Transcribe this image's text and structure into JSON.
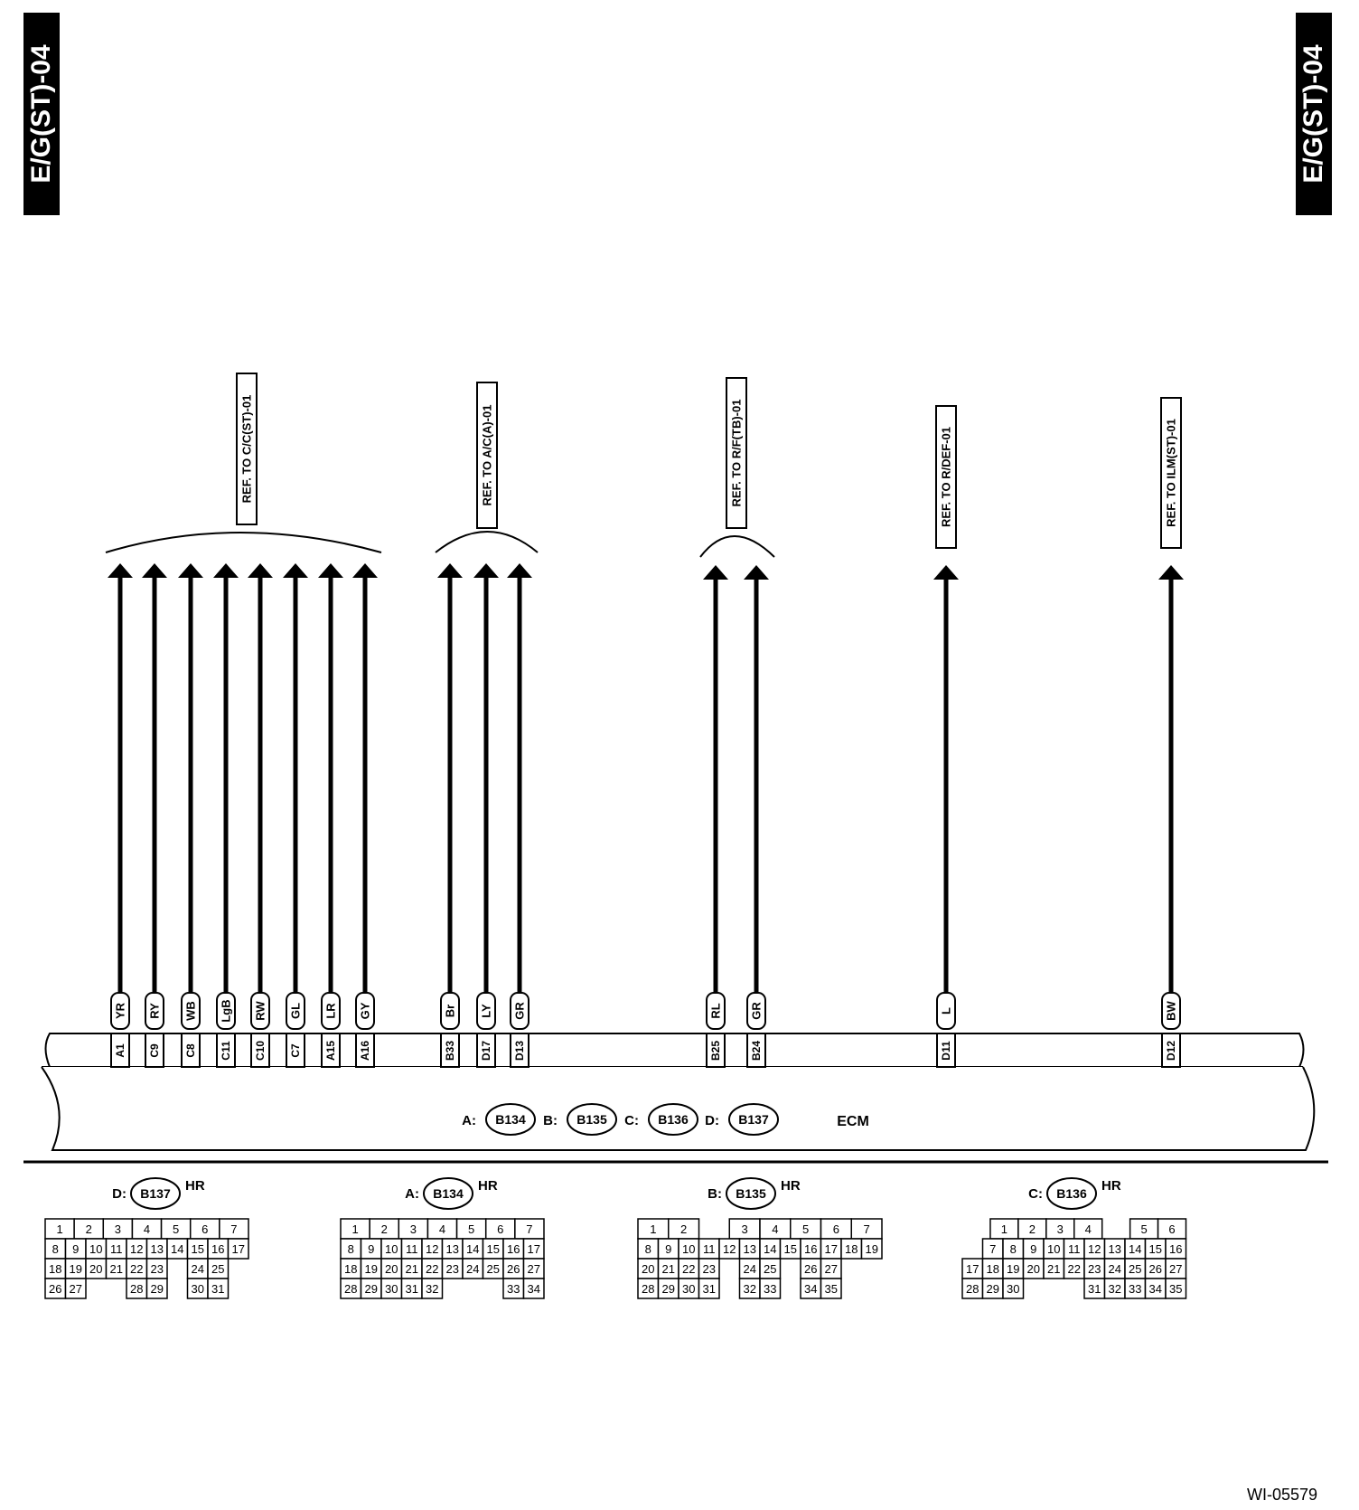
{
  "page": {
    "section_tag": "E/G(ST)-04",
    "figure_code": "WI-05579"
  },
  "ecm": {
    "label": "ECM",
    "connectors": [
      {
        "letter": "A:",
        "id": "B134"
      },
      {
        "letter": "B:",
        "id": "B135"
      },
      {
        "letter": "C:",
        "id": "B136"
      },
      {
        "letter": "D:",
        "id": "B137"
      }
    ]
  },
  "references": [
    {
      "text": "REF. TO C/C(ST)-01"
    },
    {
      "text": "REF. TO A/C(A)-01"
    },
    {
      "text": "REF. TO R/F(TB)-01"
    },
    {
      "text": "REF. TO R/DEF-01"
    },
    {
      "text": "REF. TO ILM(ST)-01"
    }
  ],
  "wires": [
    {
      "color": "YR",
      "pin": "A1",
      "group": 0
    },
    {
      "color": "RY",
      "pin": "C9",
      "group": 0
    },
    {
      "color": "WB",
      "pin": "C8",
      "group": 0
    },
    {
      "color": "LgB",
      "pin": "C11",
      "group": 0
    },
    {
      "color": "RW",
      "pin": "C10",
      "group": 0
    },
    {
      "color": "GL",
      "pin": "C7",
      "group": 0
    },
    {
      "color": "LR",
      "pin": "A15",
      "group": 0
    },
    {
      "color": "GY",
      "pin": "A16",
      "group": 0
    },
    {
      "color": "Br",
      "pin": "B33",
      "group": 1
    },
    {
      "color": "LY",
      "pin": "D17",
      "group": 1
    },
    {
      "color": "GR",
      "pin": "D13",
      "group": 1
    },
    {
      "color": "RL",
      "pin": "B25",
      "group": 2
    },
    {
      "color": "GR",
      "pin": "B24",
      "group": 2
    },
    {
      "color": "L",
      "pin": "D11",
      "group": 3
    },
    {
      "color": "BW",
      "pin": "D12",
      "group": 4
    }
  ],
  "connector_views": [
    {
      "letter": "D:",
      "id": "B137",
      "suffix": "HR",
      "rows": [
        [
          "1",
          "2",
          "3",
          "4",
          "5",
          "6",
          "7"
        ],
        [
          "8",
          "9",
          "10",
          "11",
          "12",
          "13",
          "14",
          "15",
          "16",
          "17"
        ],
        [
          "18",
          "19",
          "20",
          "21",
          "22",
          "23",
          "",
          "24",
          "25"
        ],
        [
          "26",
          "27",
          "",
          "",
          "28",
          "29",
          "",
          "30",
          "31"
        ]
      ]
    },
    {
      "letter": "A:",
      "id": "B134",
      "suffix": "HR",
      "rows": [
        [
          "1",
          "2",
          "3",
          "4",
          "5",
          "6",
          "7"
        ],
        [
          "8",
          "9",
          "10",
          "11",
          "12",
          "13",
          "14",
          "15",
          "16",
          "17"
        ],
        [
          "18",
          "19",
          "20",
          "21",
          "22",
          "23",
          "24",
          "25",
          "26",
          "27"
        ],
        [
          "28",
          "29",
          "30",
          "31",
          "32",
          "",
          "",
          "",
          "33",
          "34"
        ]
      ]
    },
    {
      "letter": "B:",
      "id": "B135",
      "suffix": "HR",
      "rows": [
        [
          "1",
          "2",
          "",
          "3",
          "4",
          "5",
          "6",
          "7"
        ],
        [
          "8",
          "9",
          "10",
          "11",
          "12",
          "13",
          "14",
          "15",
          "16",
          "17",
          "18",
          "19"
        ],
        [
          "20",
          "21",
          "22",
          "23",
          "",
          "24",
          "25",
          "",
          "26",
          "27"
        ],
        [
          "28",
          "29",
          "30",
          "31",
          "",
          "32",
          "33",
          "",
          "34",
          "35"
        ]
      ]
    },
    {
      "letter": "C:",
      "id": "B136",
      "suffix": "HR",
      "rows": [
        [
          "",
          "1",
          "2",
          "3",
          "4",
          "",
          "5",
          "6"
        ],
        [
          "",
          "7",
          "8",
          "9",
          "10",
          "11",
          "12",
          "13",
          "14",
          "15",
          "16"
        ],
        [
          "17",
          "18",
          "19",
          "20",
          "21",
          "22",
          "23",
          "24",
          "25",
          "26",
          "27"
        ],
        [
          "28",
          "29",
          "30",
          "",
          "",
          "",
          "31",
          "32",
          "33",
          "34",
          "35"
        ]
      ]
    }
  ]
}
